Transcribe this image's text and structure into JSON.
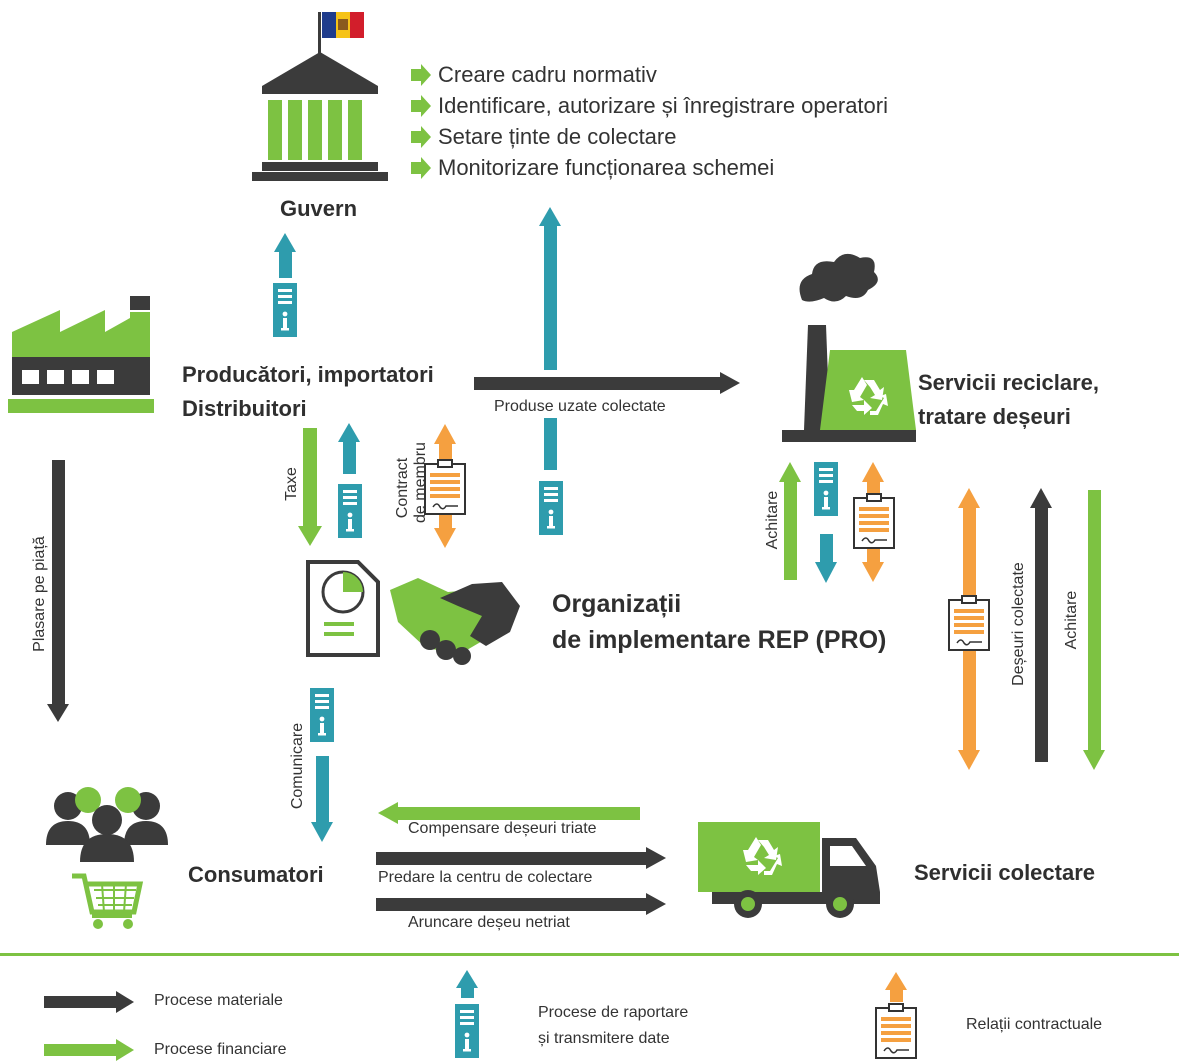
{
  "government": {
    "title": "Guvern",
    "tasks": [
      "Creare cadru normativ",
      "Identificare, autorizare și înregistrare operatori",
      "Setare ținte de colectare",
      "Monitorizare funcționarea schemei"
    ]
  },
  "producers": {
    "line1": "Producători, importatori",
    "line2": "Distribuitori"
  },
  "pro": {
    "line1": "Organizații",
    "line2": "de implementare REP (PRO)"
  },
  "recycling": {
    "line1": "Servicii reciclare,",
    "line2": "tratare deșeuri"
  },
  "collection": {
    "title": "Servicii colectare"
  },
  "consumers": {
    "title": "Consumatori"
  },
  "flows": {
    "used_products": "Produse uzate colectate",
    "market": "Plasare pe piață",
    "fees": "Taxe",
    "membership_1": "Contract",
    "membership_2": "de membru",
    "payment_recycler": "Achitare",
    "waste_collected": "Deșeuri colectate",
    "payment_collection": "Achitare",
    "communication": "Comunicare",
    "compensation": "Compensare deșeuri triate",
    "handover": "Predare la centru de colectare",
    "unsorted": "Aruncare deșeu netriat"
  },
  "legend": {
    "material": "Procese materiale",
    "financial": "Procese financiare",
    "reporting_1": "Procese de raportare",
    "reporting_2": "și transmitere date",
    "contractual": "Relații contractuale"
  },
  "colors": {
    "material": "#3b3b3b",
    "financial": "#7dc242",
    "reporting": "#2e9cad",
    "contractual": "#f5a040"
  }
}
